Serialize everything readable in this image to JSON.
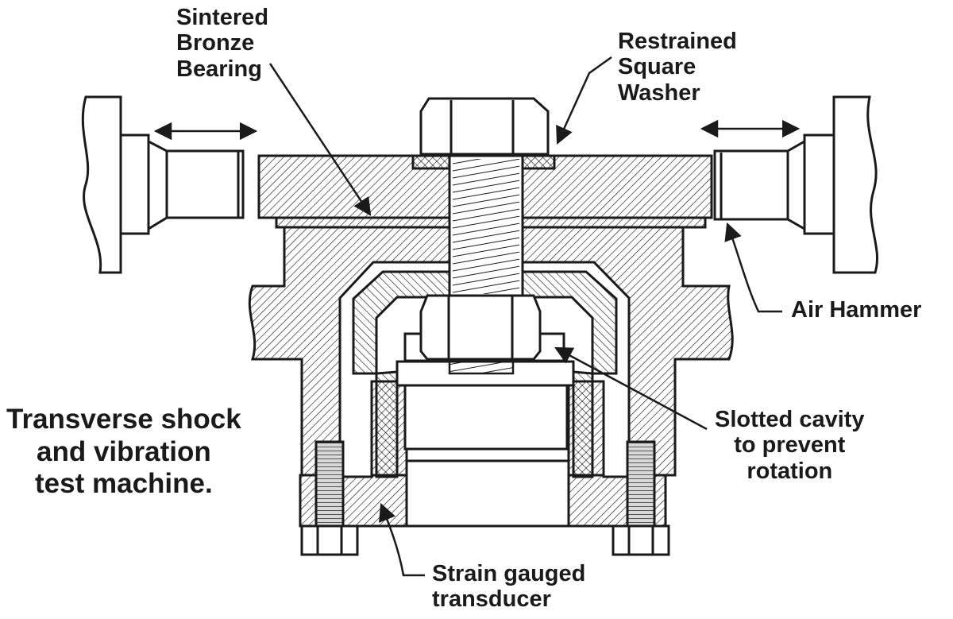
{
  "labels": {
    "sintered_bronze_bearing": [
      "Sintered",
      "Bronze",
      "Bearing"
    ],
    "restrained_square_washer": [
      "Restrained",
      "Square",
      "Washer"
    ],
    "air_hammer": [
      "Air Hammer"
    ],
    "slotted_cavity": [
      "Slotted cavity",
      "to prevent",
      "rotation"
    ],
    "strain_gauged_transducer": [
      "Strain gauged",
      "transducer"
    ],
    "caption": [
      "Transverse shock",
      "and vibration",
      "test machine."
    ]
  },
  "colors": {
    "ink": "#1a1a1a",
    "background": "#ffffff",
    "part_fill": "#ffffff"
  }
}
